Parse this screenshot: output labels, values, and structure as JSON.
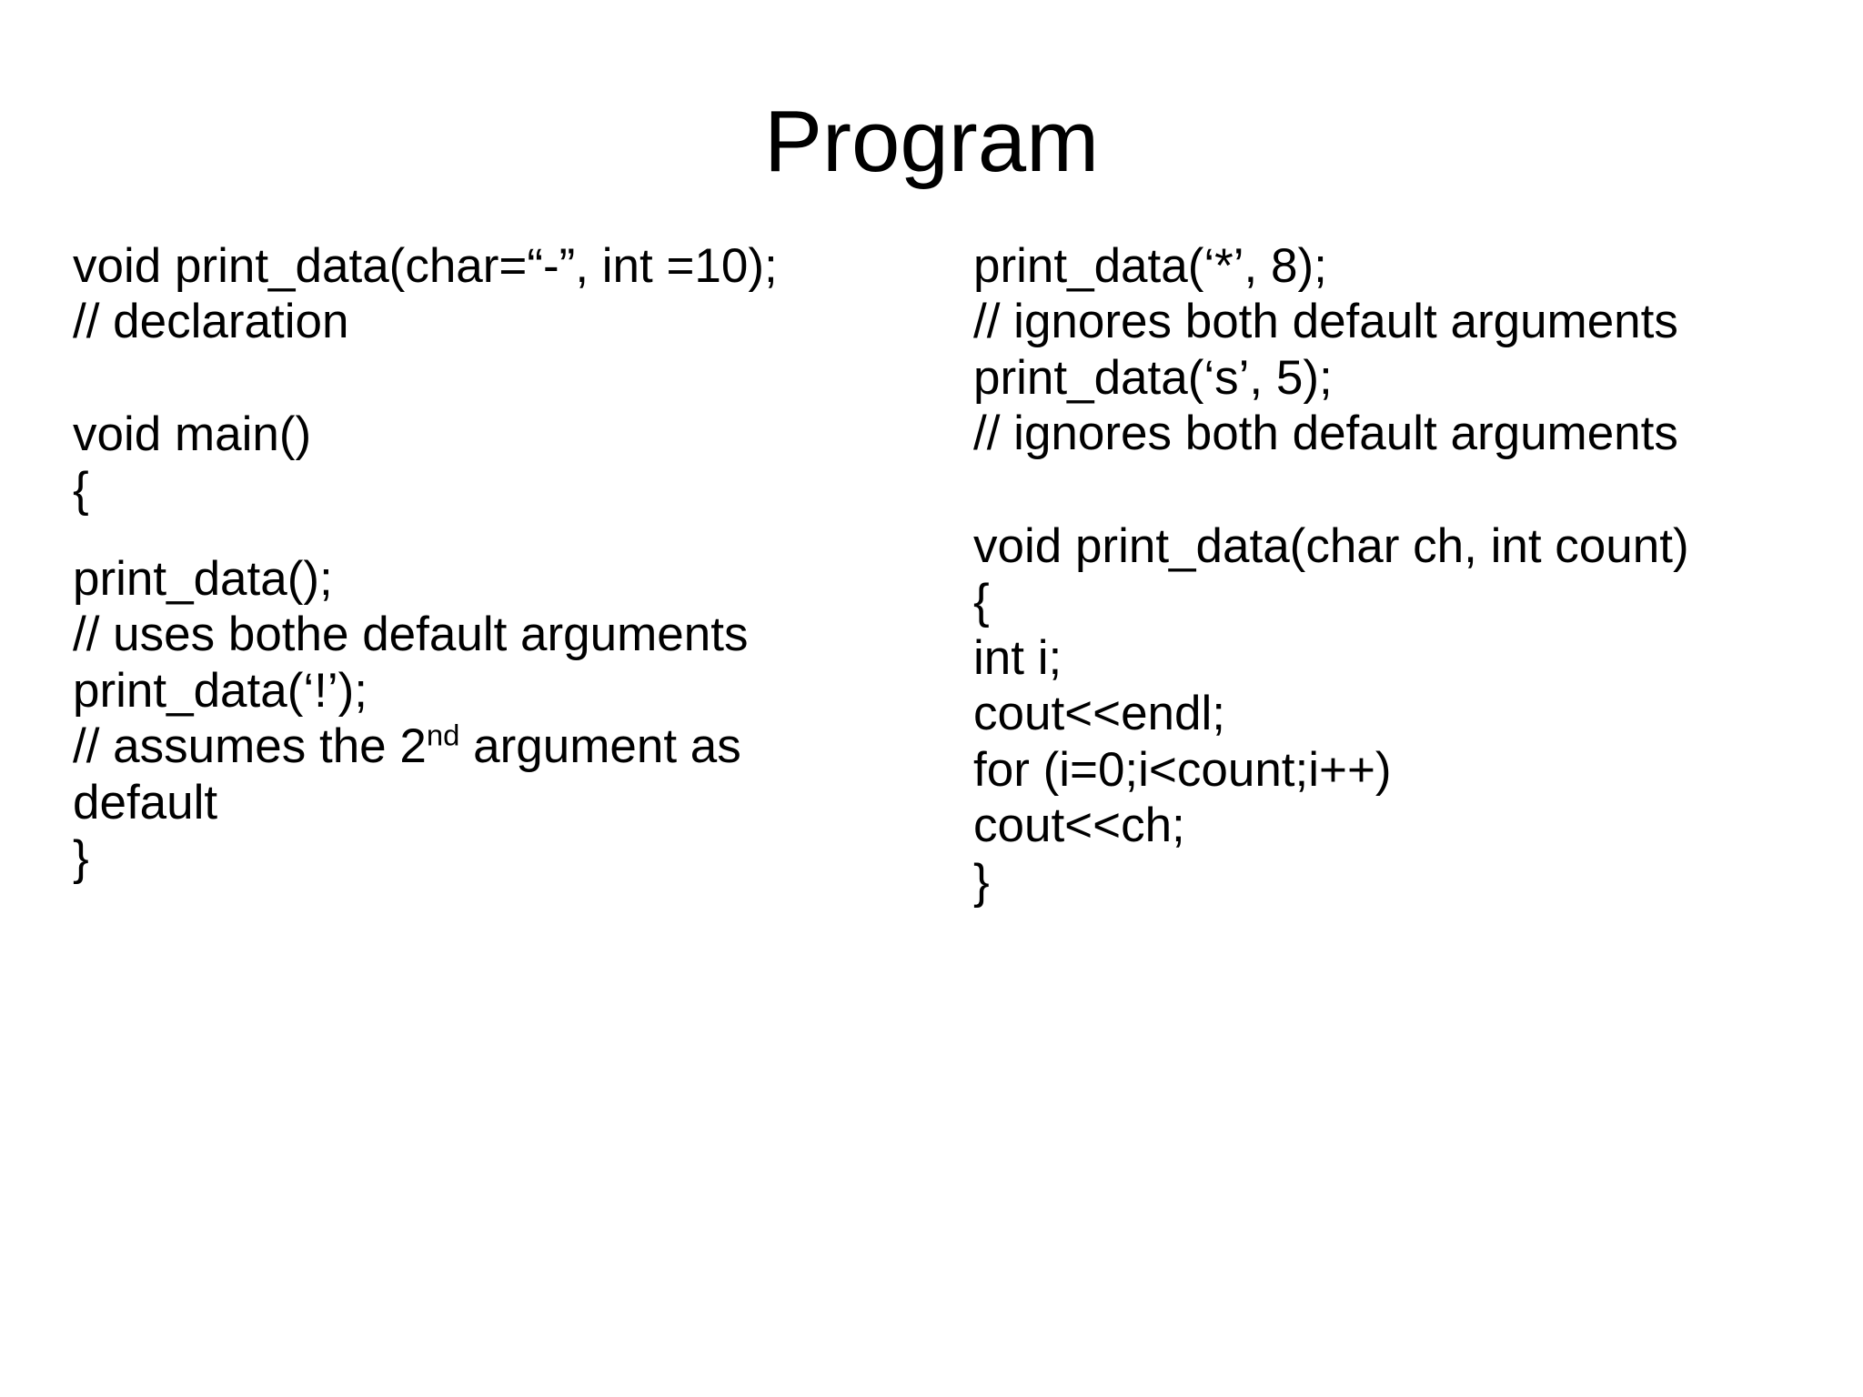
{
  "slide": {
    "title": "Program",
    "background_color": "#ffffff",
    "text_color": "#000000"
  },
  "left_column": {
    "lines": [
      {
        "id": "l1",
        "text": "void print_data(char=“-”, int =10);"
      },
      {
        "id": "l2",
        "text": "// declaration"
      },
      {
        "id": "l3",
        "text": ""
      },
      {
        "id": "l4",
        "text": "void main()"
      },
      {
        "id": "l5",
        "text": "{"
      },
      {
        "id": "l6",
        "text": "print_data();"
      },
      {
        "id": "l7",
        "text": "// uses bothe default arguments"
      },
      {
        "id": "l8",
        "text": "print_data(‘!’);"
      },
      {
        "id": "l9",
        "text": "// assumes the 2nd argument as default",
        "superscript": "nd"
      },
      {
        "id": "l10",
        "text": "}"
      }
    ]
  },
  "right_column": {
    "lines": [
      {
        "id": "r1",
        "text": "print_data(‘*’, 8);"
      },
      {
        "id": "r2",
        "text": "// ignores both default arguments"
      },
      {
        "id": "r3",
        "text": "print_data(‘s’, 5);"
      },
      {
        "id": "r4",
        "text": "// ignores both default arguments"
      },
      {
        "id": "r5",
        "text": ""
      },
      {
        "id": "r6",
        "text": "void print_data(char ch, int count)"
      },
      {
        "id": "r7",
        "text": "{"
      },
      {
        "id": "r8",
        "text": "int i;"
      },
      {
        "id": "r9",
        "text": "cout<<endl;"
      },
      {
        "id": "r10",
        "text": "for (i=0;i<count;i++)"
      },
      {
        "id": "r11",
        "text": "cout<<ch;"
      },
      {
        "id": "r12",
        "text": "}"
      }
    ]
  },
  "superscript_line": {
    "prefix": "// assumes the 2",
    "sup": "nd",
    "suffix": " argument as default"
  }
}
